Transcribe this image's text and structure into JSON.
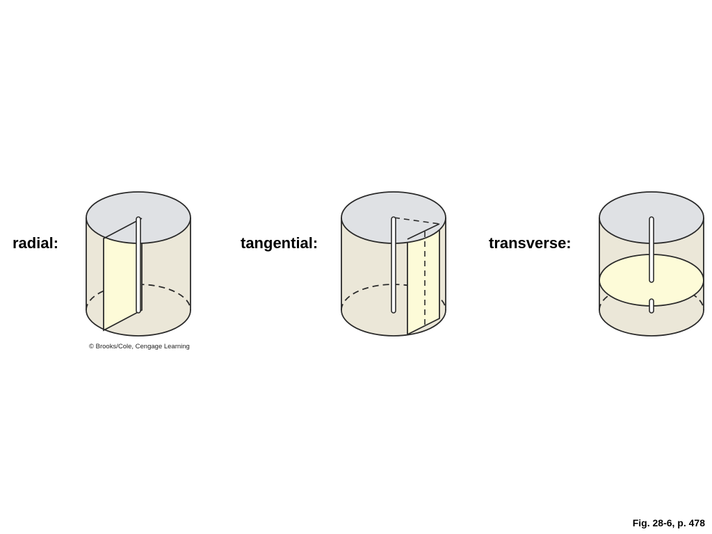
{
  "labels": {
    "radial": "radial:",
    "tangential": "tangential:",
    "transverse": "transverse:"
  },
  "credit": "© Brooks/Cole, Cengage Learning",
  "figure_ref": "Fig. 28-6, p. 478",
  "colors": {
    "cylinder_body": "#ebe7d8",
    "cylinder_top": "#dfe1e4",
    "section_plane": "#fdfbd8",
    "outline": "#2a2a2a"
  }
}
